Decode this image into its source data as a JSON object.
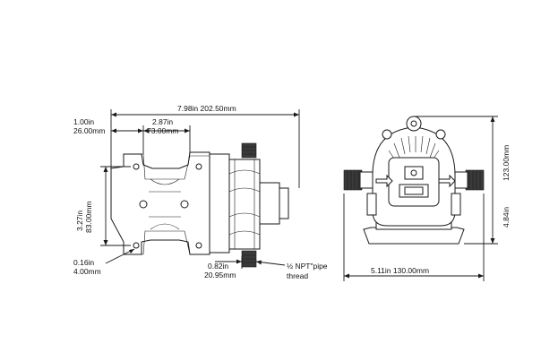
{
  "diagram": {
    "overall_length": "7.98in  202.50mm",
    "flange_offset_in": "1.00in",
    "flange_offset_mm": "26.00mm",
    "mount_spacing_in": "2.87in",
    "mount_spacing_mm": "73.00mm",
    "mount_height_in": "3.27in",
    "mount_height_mm": "83.00mm",
    "hole_dia_in": "0.16in",
    "hole_dia_mm": "4.00mm",
    "port_length_in": "0.82in",
    "port_length_mm": "20.95mm",
    "pipe_thread_line1": "½ NPT\"pipe",
    "pipe_thread_line2": "thread",
    "front_width": "5.11in  130.00mm",
    "front_height_in": "4.84in",
    "front_height_mm": "123.00mm"
  },
  "colors": {
    "line": "#1a1a1a",
    "fill_dark": "#3a3a3a",
    "background": "#ffffff"
  }
}
